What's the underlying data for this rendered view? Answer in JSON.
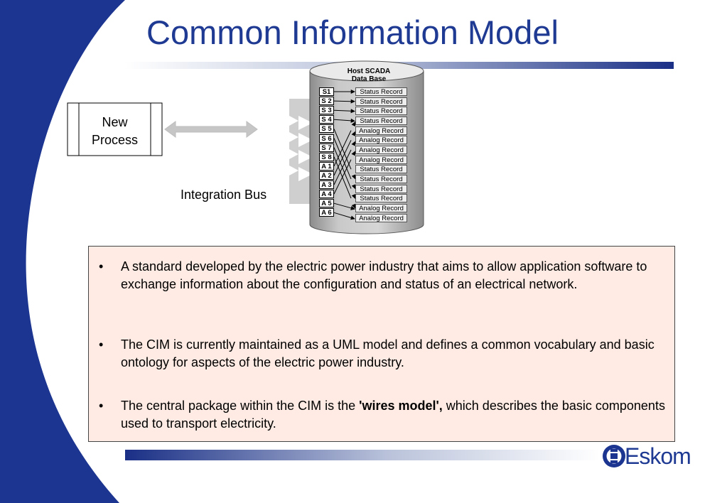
{
  "title": "Common Information Model",
  "diagram": {
    "process_label": "New Process",
    "bus_label": "Integration Bus",
    "db_title_line1": "Host SCADA",
    "db_title_line2": "Data Base",
    "slots": [
      "S1",
      "S 2",
      "S 3",
      "S 4",
      "S 5",
      "S 6",
      "S 7",
      "S 8",
      "A 1",
      "A 2",
      "A 3",
      "A 4",
      "A 5",
      "A 6"
    ],
    "records": [
      "Status Record",
      "Status Record",
      "Status Record",
      "Status Record",
      "Analog Record",
      "Analog Record",
      "Analog Record",
      "Analog Record",
      "Status Record",
      "Status Record",
      "Status Record",
      "Status Record",
      "Analog Record",
      "Analog Record"
    ]
  },
  "bullets": [
    {
      "text": "A standard developed by the electric power industry that aims to allow application software to exchange information about the configuration and status of an electrical network."
    },
    {
      "text": "The CIM is currently maintained as a UML model and defines a common vocabulary and basic ontology for aspects of the electric power industry."
    },
    {
      "pre": "The central package within the CIM is the ",
      "bold": "'wires model',",
      "post": " which describes the basic components used to transport electricity."
    }
  ],
  "bullet_char": "•",
  "logo": {
    "name": "Eskom"
  },
  "colors": {
    "brand_blue": "#1f3a93",
    "text_box_fill": "#ffebe3"
  }
}
